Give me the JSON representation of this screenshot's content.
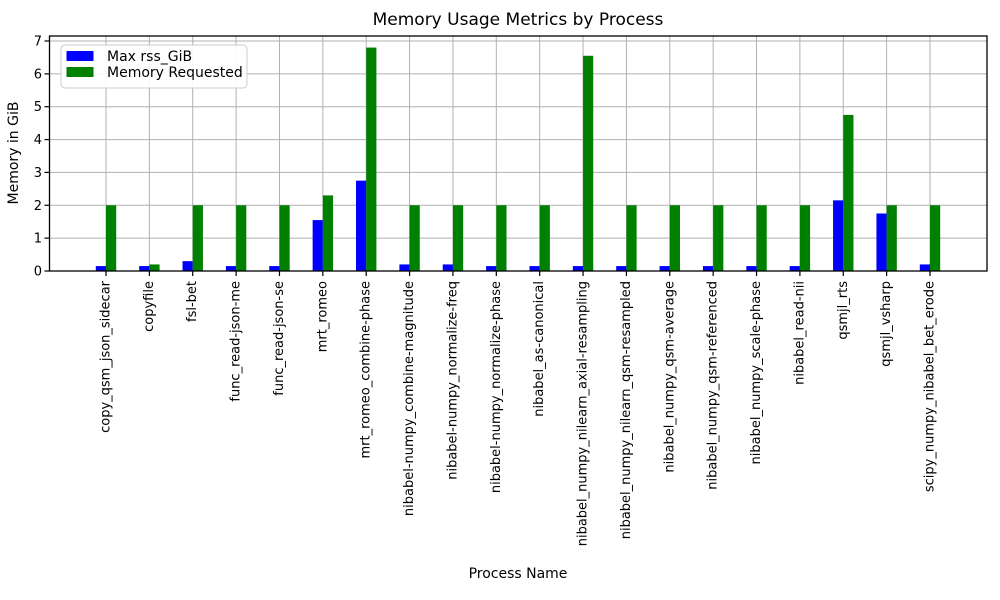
{
  "figure": {
    "title": "Memory Usage Metrics by Process",
    "xlabel": "Process Name",
    "ylabel": "Memory in GiB"
  },
  "legend": {
    "items": [
      {
        "label": "Max rss_GiB",
        "color": "#0000ff"
      },
      {
        "label": "Memory Requested",
        "color": "#008000"
      }
    ]
  },
  "chart_data": {
    "type": "bar",
    "title": "Memory Usage Metrics by Process",
    "xlabel": "Process Name",
    "ylabel": "Memory in GiB",
    "ylim": [
      0,
      7.12
    ],
    "yticks": [
      0,
      1,
      2,
      3,
      4,
      5,
      6,
      7
    ],
    "grid": true,
    "grid_color": "#b0b0b0",
    "legend_position": "upper-left",
    "categories": [
      "copy_qsm_json_sidecar",
      "copyfile",
      "fsl-bet",
      "func_read-json-me",
      "func_read-json-se",
      "mrt_romeo",
      "mrt_romeo_combine-phase",
      "nibabel-numpy_combine-magnitude",
      "nibabel-numpy_normalize-freq",
      "nibabel-numpy_normalize-phase",
      "nibabel_as-canonical",
      "nibabel_numpy_nilearn_axial-resampling",
      "nibabel_numpy_nilearn_qsm-resampled",
      "nibabel_numpy_qsm-average",
      "nibabel_numpy_qsm-referenced",
      "nibabel_numpy_scale-phase",
      "nibabel_read-nii",
      "qsmjl_rts",
      "qsmjl_vsharp",
      "scipy_numpy_nibabel_bet_erode"
    ],
    "series": [
      {
        "name": "Max rss_GiB",
        "color": "#0000ff",
        "values": [
          0.15,
          0.15,
          0.3,
          0.15,
          0.15,
          1.55,
          2.75,
          0.2,
          0.2,
          0.15,
          0.15,
          0.15,
          0.15,
          0.15,
          0.15,
          0.15,
          0.15,
          2.15,
          1.75,
          0.2
        ]
      },
      {
        "name": "Memory Requested",
        "color": "#008000",
        "values": [
          2.0,
          0.2,
          2.0,
          2.0,
          2.0,
          2.3,
          6.8,
          2.0,
          2.0,
          2.0,
          2.0,
          6.55,
          2.0,
          2.0,
          2.0,
          2.0,
          2.0,
          4.75,
          2.0,
          2.0
        ]
      }
    ]
  }
}
